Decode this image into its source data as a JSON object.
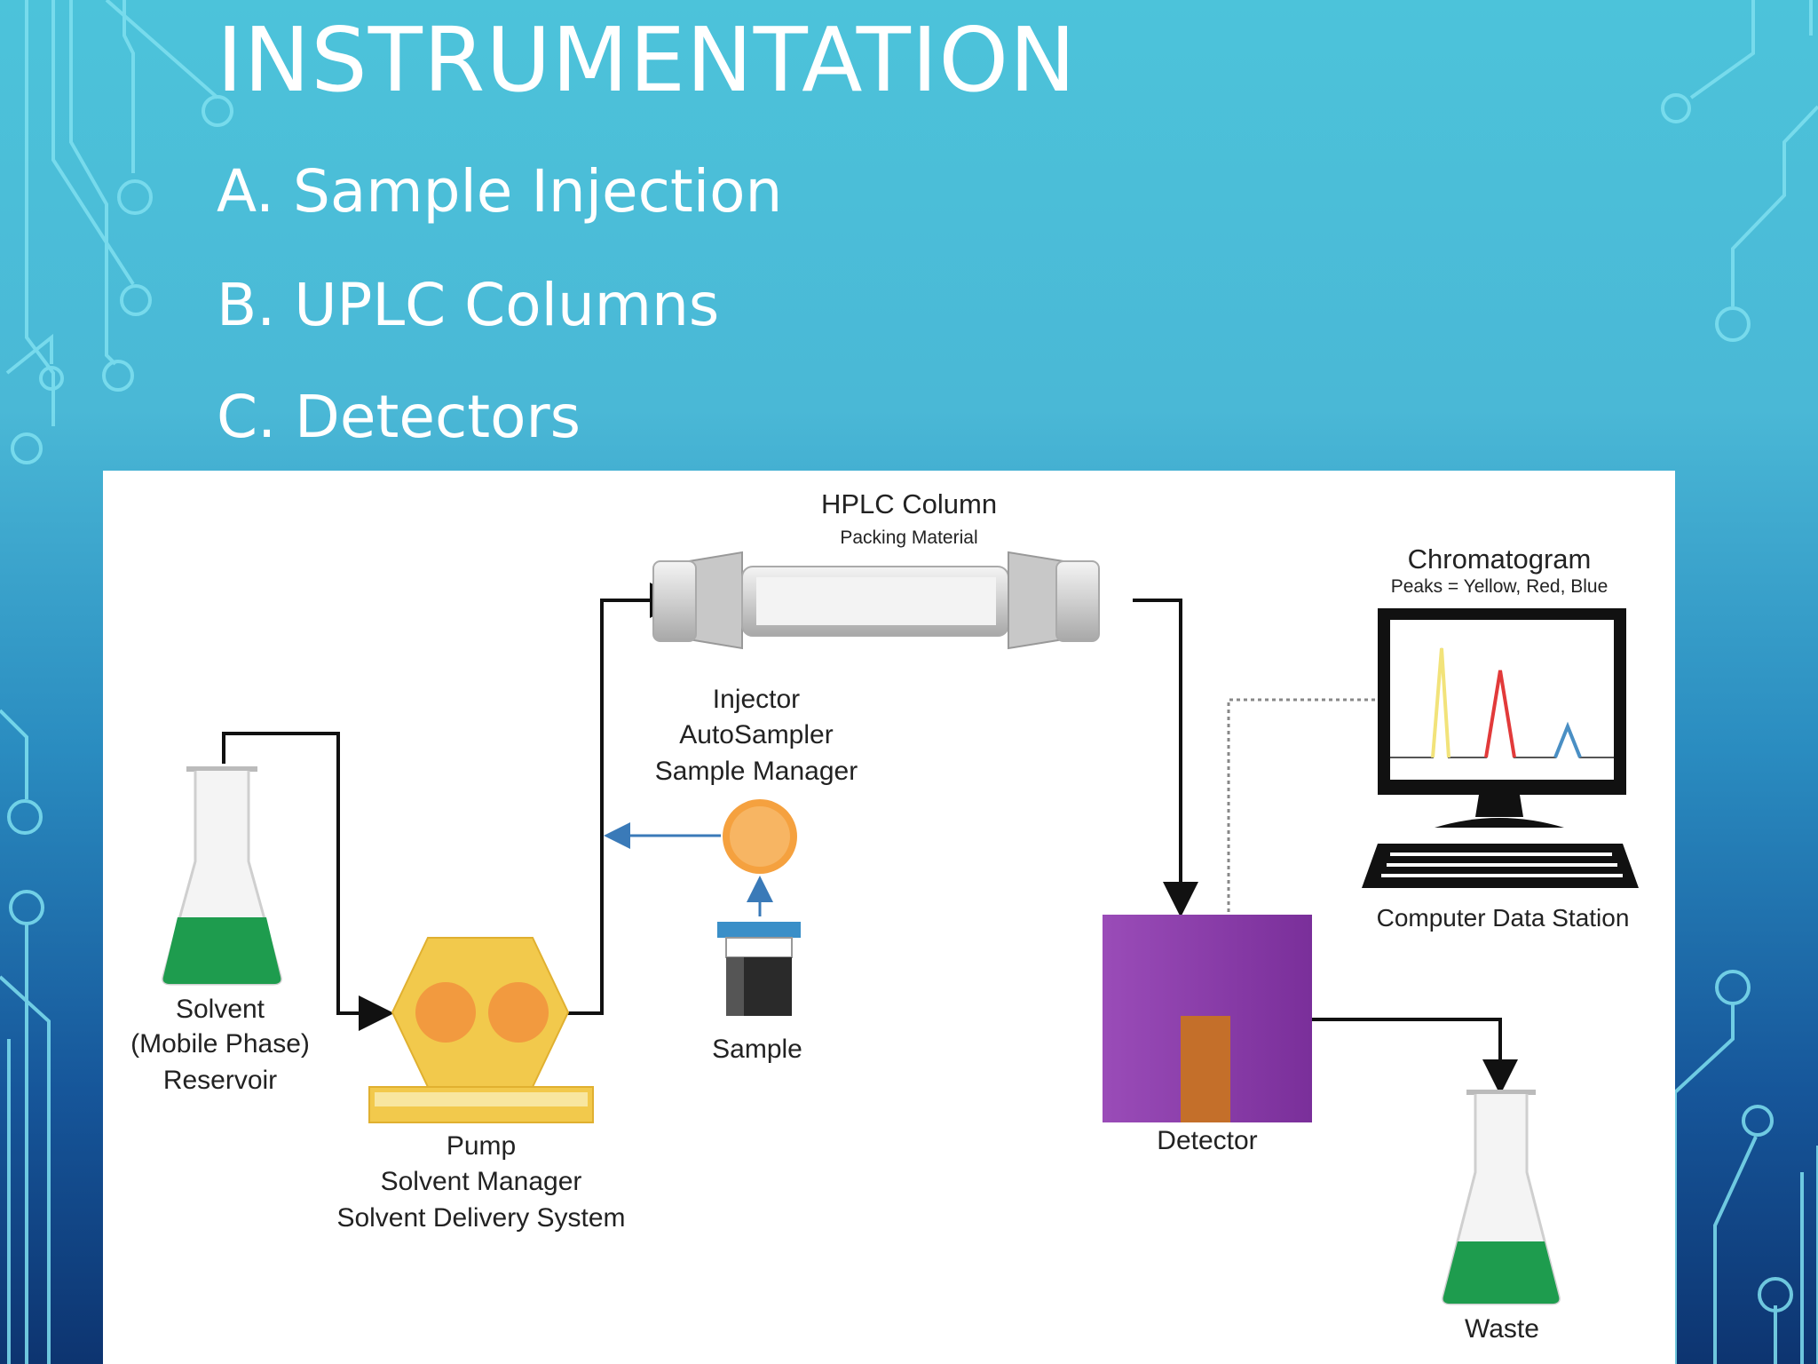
{
  "slide": {
    "title": "INSTRUMENTATION",
    "bullets": [
      "A. Sample Injection",
      "B. UPLC Columns",
      "C. Detectors"
    ]
  },
  "diagram": {
    "column_title": "HPLC Column",
    "column_sub": "Packing Material",
    "chromatogram_title": "Chromatogram",
    "chromatogram_sub": "Peaks = Yellow, Red, Blue",
    "computer_label": "Computer Data Station",
    "injector_lines": [
      "Injector",
      "AutoSampler",
      "Sample Manager"
    ],
    "solvent_lines": [
      "Solvent",
      "(Mobile Phase)",
      "Reservoir"
    ],
    "sample_label": "Sample",
    "pump_lines": [
      "Pump",
      "Solvent Manager",
      "Solvent Delivery System"
    ],
    "detector_label": "Detector",
    "waste_label": "Waste"
  },
  "colors": {
    "flask_liquid": "#1e9c4e",
    "pump": "#f2c94c",
    "pump_discs": "#f29a3f",
    "detector": "#8a3fa8",
    "injector": "#f5a13f",
    "peak_yellow": "#f2e37a",
    "peak_red": "#e23a3a",
    "peak_blue": "#4a8fc4"
  }
}
